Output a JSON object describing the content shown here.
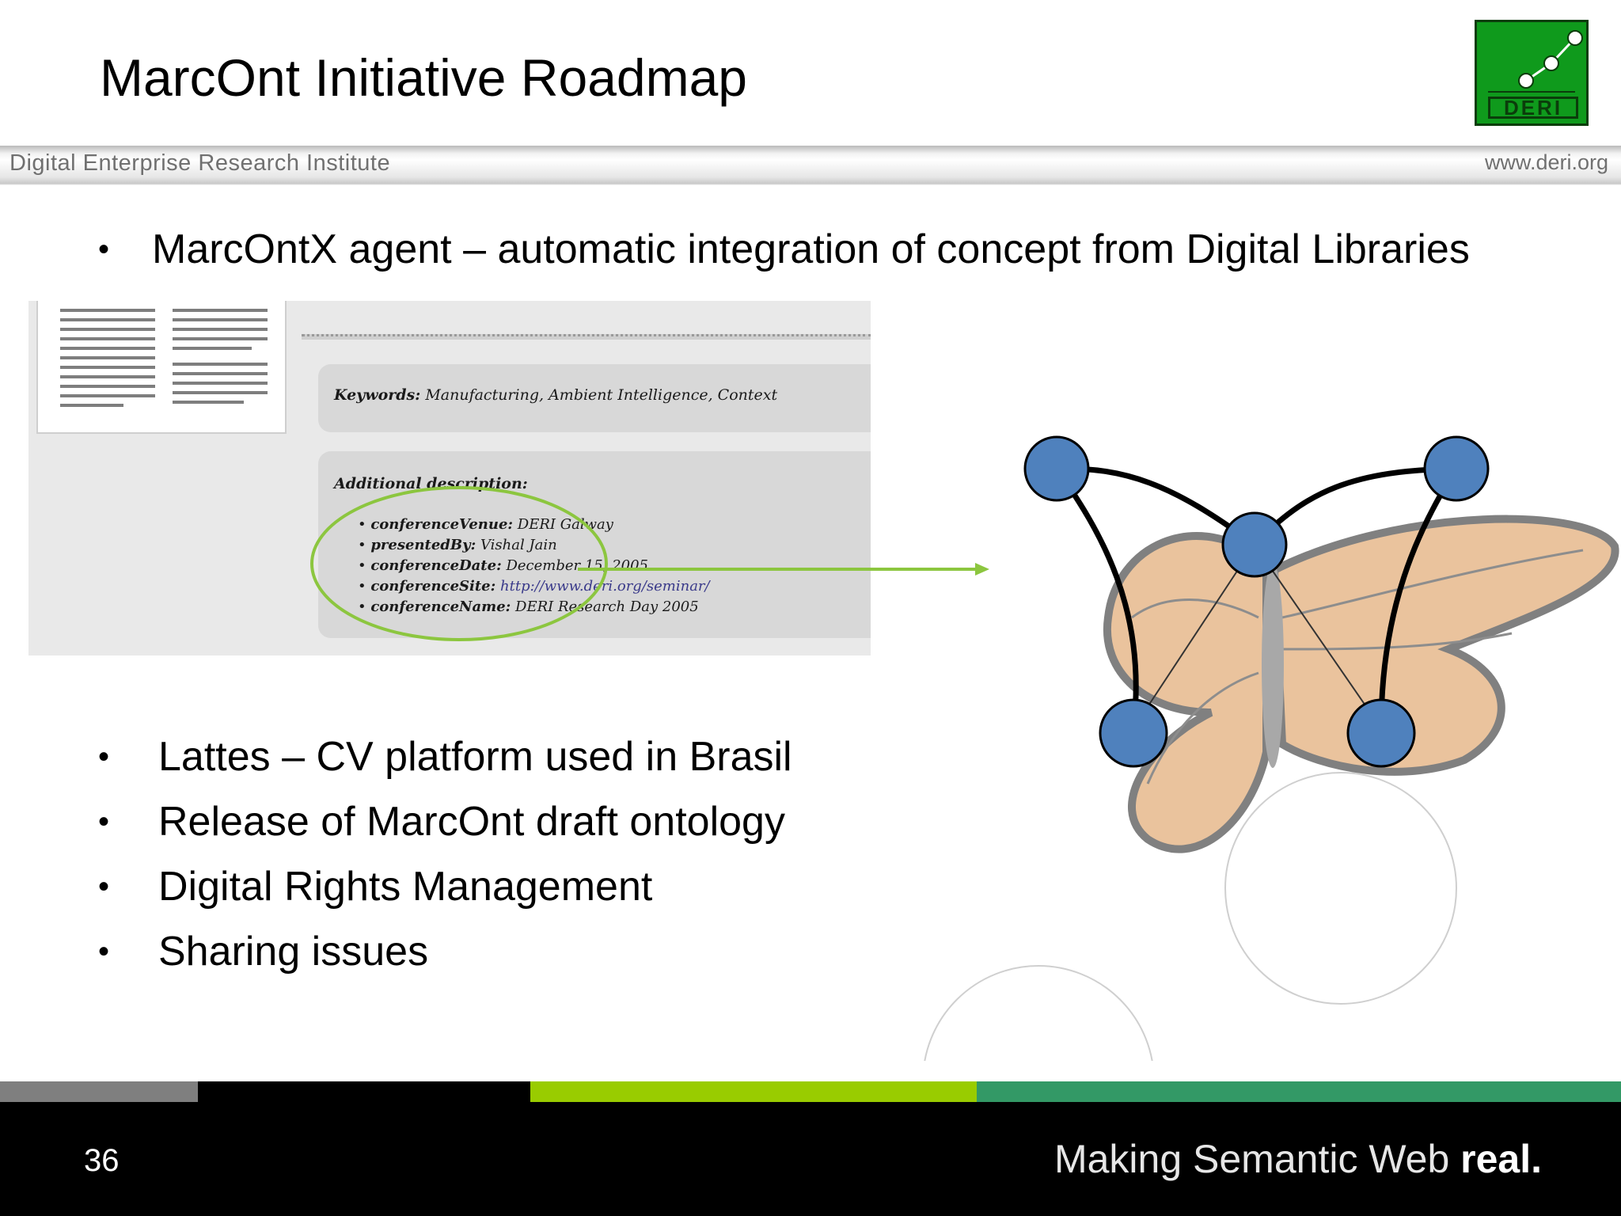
{
  "header": {
    "title": "MarcOnt Initiative Roadmap",
    "institute": "Digital Enterprise Research Institute",
    "website": "www.deri.org",
    "logo_text": "DERI"
  },
  "bullets_top": [
    "MarcOntX agent – automatic integration of concept from Digital Libraries"
  ],
  "bullet_symbol": "•",
  "screenshot": {
    "keywords_label": "Keywords:",
    "keywords_value": "Manufacturing, Ambient Intelligence, Context",
    "additional_label": "Additional description:",
    "items": [
      {
        "key": "conferenceVenue:",
        "value": "DERI Galway"
      },
      {
        "key": "presentedBy:",
        "value": "Vishal Jain"
      },
      {
        "key": "conferenceDate:",
        "value": "December 15, 2005"
      },
      {
        "key": "conferenceSite:",
        "value": "http://www.deri.org/seminar/"
      },
      {
        "key": "conferenceName:",
        "value": "DERI Research Day 2005"
      }
    ]
  },
  "bullets_bottom": [
    "Lattes – CV platform used in Brasil",
    "Release of MarcOnt draft ontology",
    "Digital Rights Management",
    "Sharing issues"
  ],
  "footer": {
    "page_number": "36",
    "tagline_regular": "Making Semantic Web ",
    "tagline_bold": "real."
  },
  "colors": {
    "logo_green": "#0f9a1c",
    "arrow_green": "#8cc63f",
    "node_blue": "#4f81bd",
    "footer_gray": "#7f7f7f",
    "footer_lime": "#99cc00",
    "footer_teal": "#339966"
  }
}
